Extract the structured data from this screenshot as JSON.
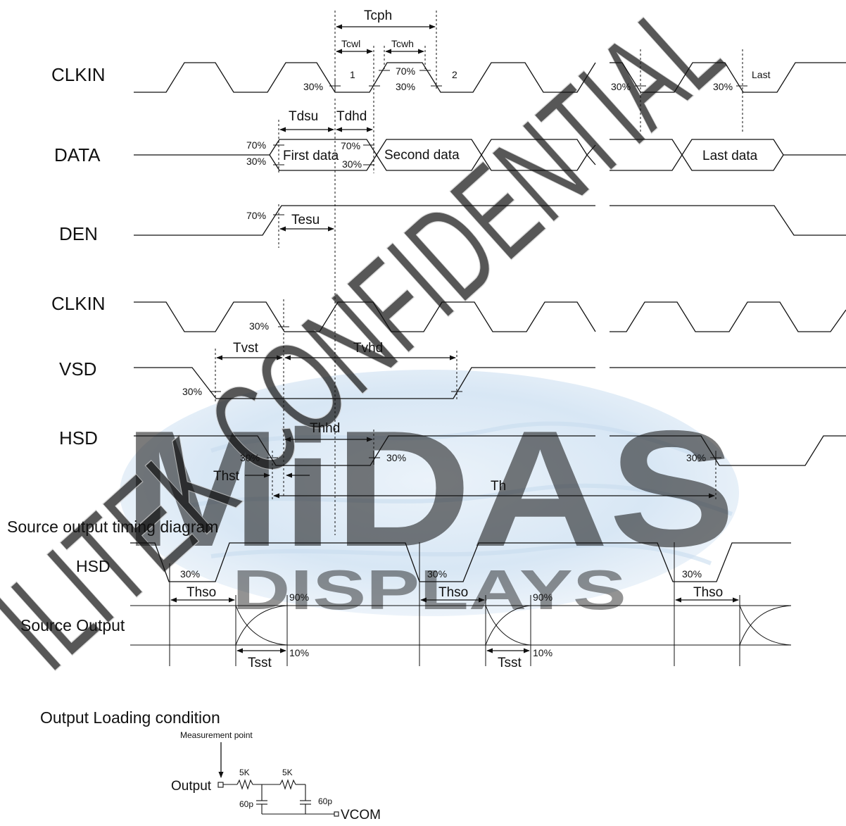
{
  "watermark": {
    "logo_main": "MiDAS",
    "logo_sub": "DISPLAYS",
    "diagonal": "ILITEK CONFIDENTIAL",
    "logo_color": "#f2dc3c",
    "globe_color": "#9cc3e6"
  },
  "signals": {
    "clkin_1": "CLKIN",
    "data": "DATA",
    "den": "DEN",
    "clkin_2": "CLKIN",
    "vsd": "VSD",
    "hsd": "HSD"
  },
  "timing": {
    "tcph": "Tcph",
    "tcwl": "Tcwl",
    "tcwh": "Tcwh",
    "tdsu": "Tdsu",
    "tdhd": "Tdhd",
    "tesu": "Tesu",
    "tvst": "Tvst",
    "tvhd": "Tvhd",
    "thhd": "Thhd",
    "thst": "Thst",
    "th": "Th",
    "thso": "Thso",
    "tsst": "Tsst"
  },
  "clk_marks": {
    "one": "1",
    "two": "2",
    "last": "Last"
  },
  "data_labels": {
    "first": "First data",
    "second": "Second data",
    "last": "Last data"
  },
  "percents": {
    "p30": "30%",
    "p70": "70%",
    "p90": "90%",
    "p10": "10%"
  },
  "source": {
    "title": "Source output timing diagram",
    "hsd": "HSD",
    "output": "Source Output"
  },
  "loading": {
    "title": "Output Loading condition",
    "measurement": "Measurement point",
    "output": "Output",
    "r1": "5K",
    "r2": "5K",
    "c1": "60p",
    "c2": "60p",
    "vcom": "VCOM"
  }
}
